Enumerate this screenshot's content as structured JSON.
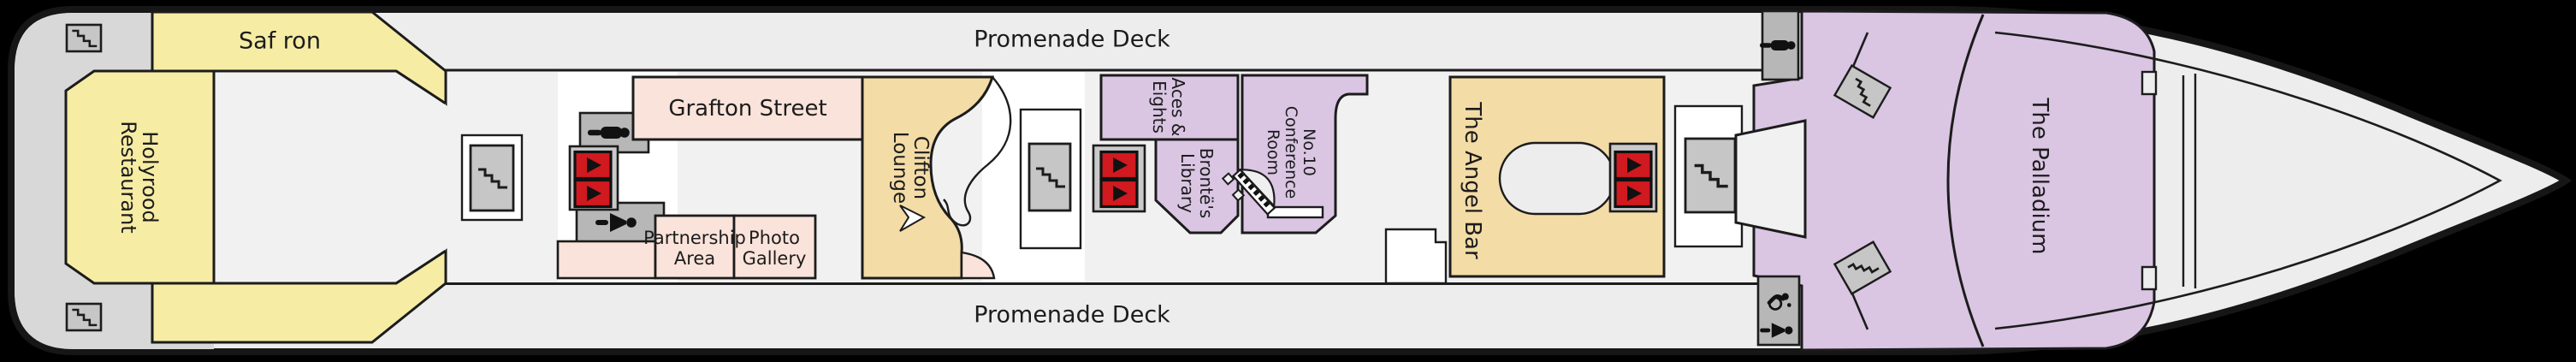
{
  "deck": {
    "top_band": "Promenade Deck",
    "bottom_band": "Promenade Deck"
  },
  "rooms": {
    "saffron": {
      "label": "Saf ron"
    },
    "holyrood": {
      "lines": [
        "Holyrood",
        "Restaurant"
      ]
    },
    "grafton": {
      "label": "Grafton Street"
    },
    "partnership": {
      "lines": [
        "Partnership",
        "Area"
      ]
    },
    "photo": {
      "lines": [
        "Photo",
        "Gallery"
      ]
    },
    "clifton": {
      "lines": [
        "Clifton",
        "Lounge"
      ]
    },
    "aces": {
      "lines": [
        "Aces &",
        "Eights"
      ]
    },
    "bronte": {
      "lines": [
        "Brontë's",
        "Library"
      ]
    },
    "conference": {
      "lines": [
        "No.10",
        "Conference",
        "Room"
      ]
    },
    "angel": {
      "label": "The Angel Bar"
    },
    "palladium": {
      "label": "The Palladium"
    }
  },
  "icons": [
    "stairs-icon",
    "lift-icon",
    "wc-male-icon",
    "wc-female-icon",
    "wc-accessible-icon",
    "grand-piano-icon"
  ],
  "colors": {
    "background": "#000000",
    "hull_fill": "#ededed",
    "stern_fill": "#d8d8d8",
    "corridor_fill": "#f1f1f1",
    "restaurant_yellow": "#f6eca4",
    "shop_pink": "#fae3da",
    "lounge_tan": "#f3dca6",
    "theatre_purple": "#dac5e3",
    "lift_red": "#d11920",
    "wc_grey": "#b7b7b7",
    "stairs_grey": "#c6c6c6",
    "line": "#1c1c1c"
  }
}
